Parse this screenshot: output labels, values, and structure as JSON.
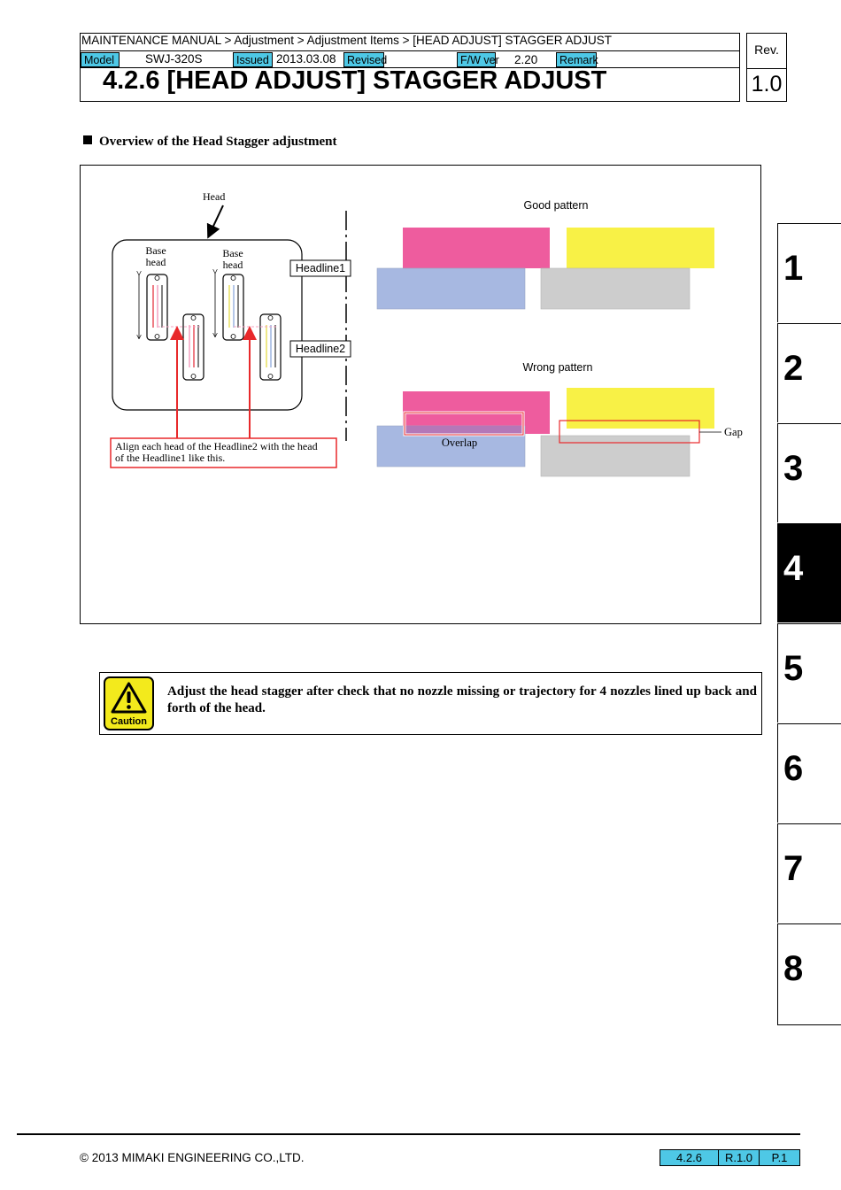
{
  "header": {
    "breadcrumb": "MAINTENANCE MANUAL > Adjustment > Adjustment Items > [HEAD ADJUST] STAGGER ADJUST",
    "model_label": "Model",
    "model_value": "SWJ-320S",
    "issued_label": "Issued",
    "issued_value": "2013.03.08",
    "revised_label": "Revised",
    "revised_value": "",
    "fw_label": "F/W ver",
    "fw_value": "2.20",
    "remark_label": "Remark",
    "remark_value": "",
    "title": "4.2.6  [HEAD ADJUST] STAGGER ADJUST",
    "rev_label": "Rev.",
    "rev_value": "1.0"
  },
  "section": {
    "heading": "Overview of the Head Stagger adjustment"
  },
  "figure": {
    "head_label": "Head",
    "base_head_1": [
      "Base",
      "head"
    ],
    "base_head_2": [
      "Base",
      "head"
    ],
    "headline1": "Headline1",
    "headline2": "Headline2",
    "note": [
      "Align each head of the Headline2 with the head",
      "of the Headline1 like this."
    ],
    "good_pattern": "Good pattern",
    "wrong_pattern": "Wrong pattern",
    "overlap": "Overlap",
    "gap": "Gap",
    "colors": {
      "magenta": "#ee5c9e",
      "yellow": "#f8f146",
      "blue": "#a7b8e1",
      "gray": "#cdcdcd",
      "red": "#e8292b"
    }
  },
  "caution": {
    "icon_label": "Caution",
    "text": "Adjust the head stagger after check that no nozzle missing or trajectory for 4 nozzles lined up back and forth of the head."
  },
  "tabs": [
    "1",
    "2",
    "3",
    "4",
    "5",
    "6",
    "7",
    "8"
  ],
  "active_tab": "4",
  "footer": {
    "copyright": "© 2013 MIMAKI ENGINEERING CO.,LTD.",
    "section_no": "4.2.6",
    "revision": "R.1.0",
    "page": "P.1"
  }
}
